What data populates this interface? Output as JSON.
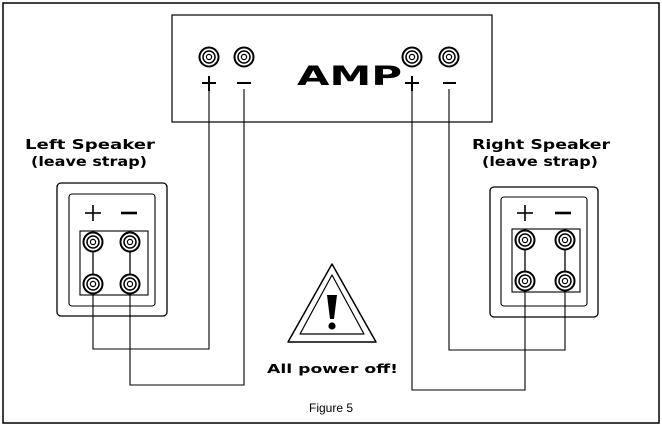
{
  "amp": {
    "label": "AMP"
  },
  "left_speaker": {
    "title_line1": "Left Speaker",
    "title_line2": "(leave strap)"
  },
  "right_speaker": {
    "title_line1": "Right Speaker",
    "title_line2": "(leave strap)"
  },
  "warning": {
    "text": "All power off!"
  },
  "caption": "Figure 5"
}
